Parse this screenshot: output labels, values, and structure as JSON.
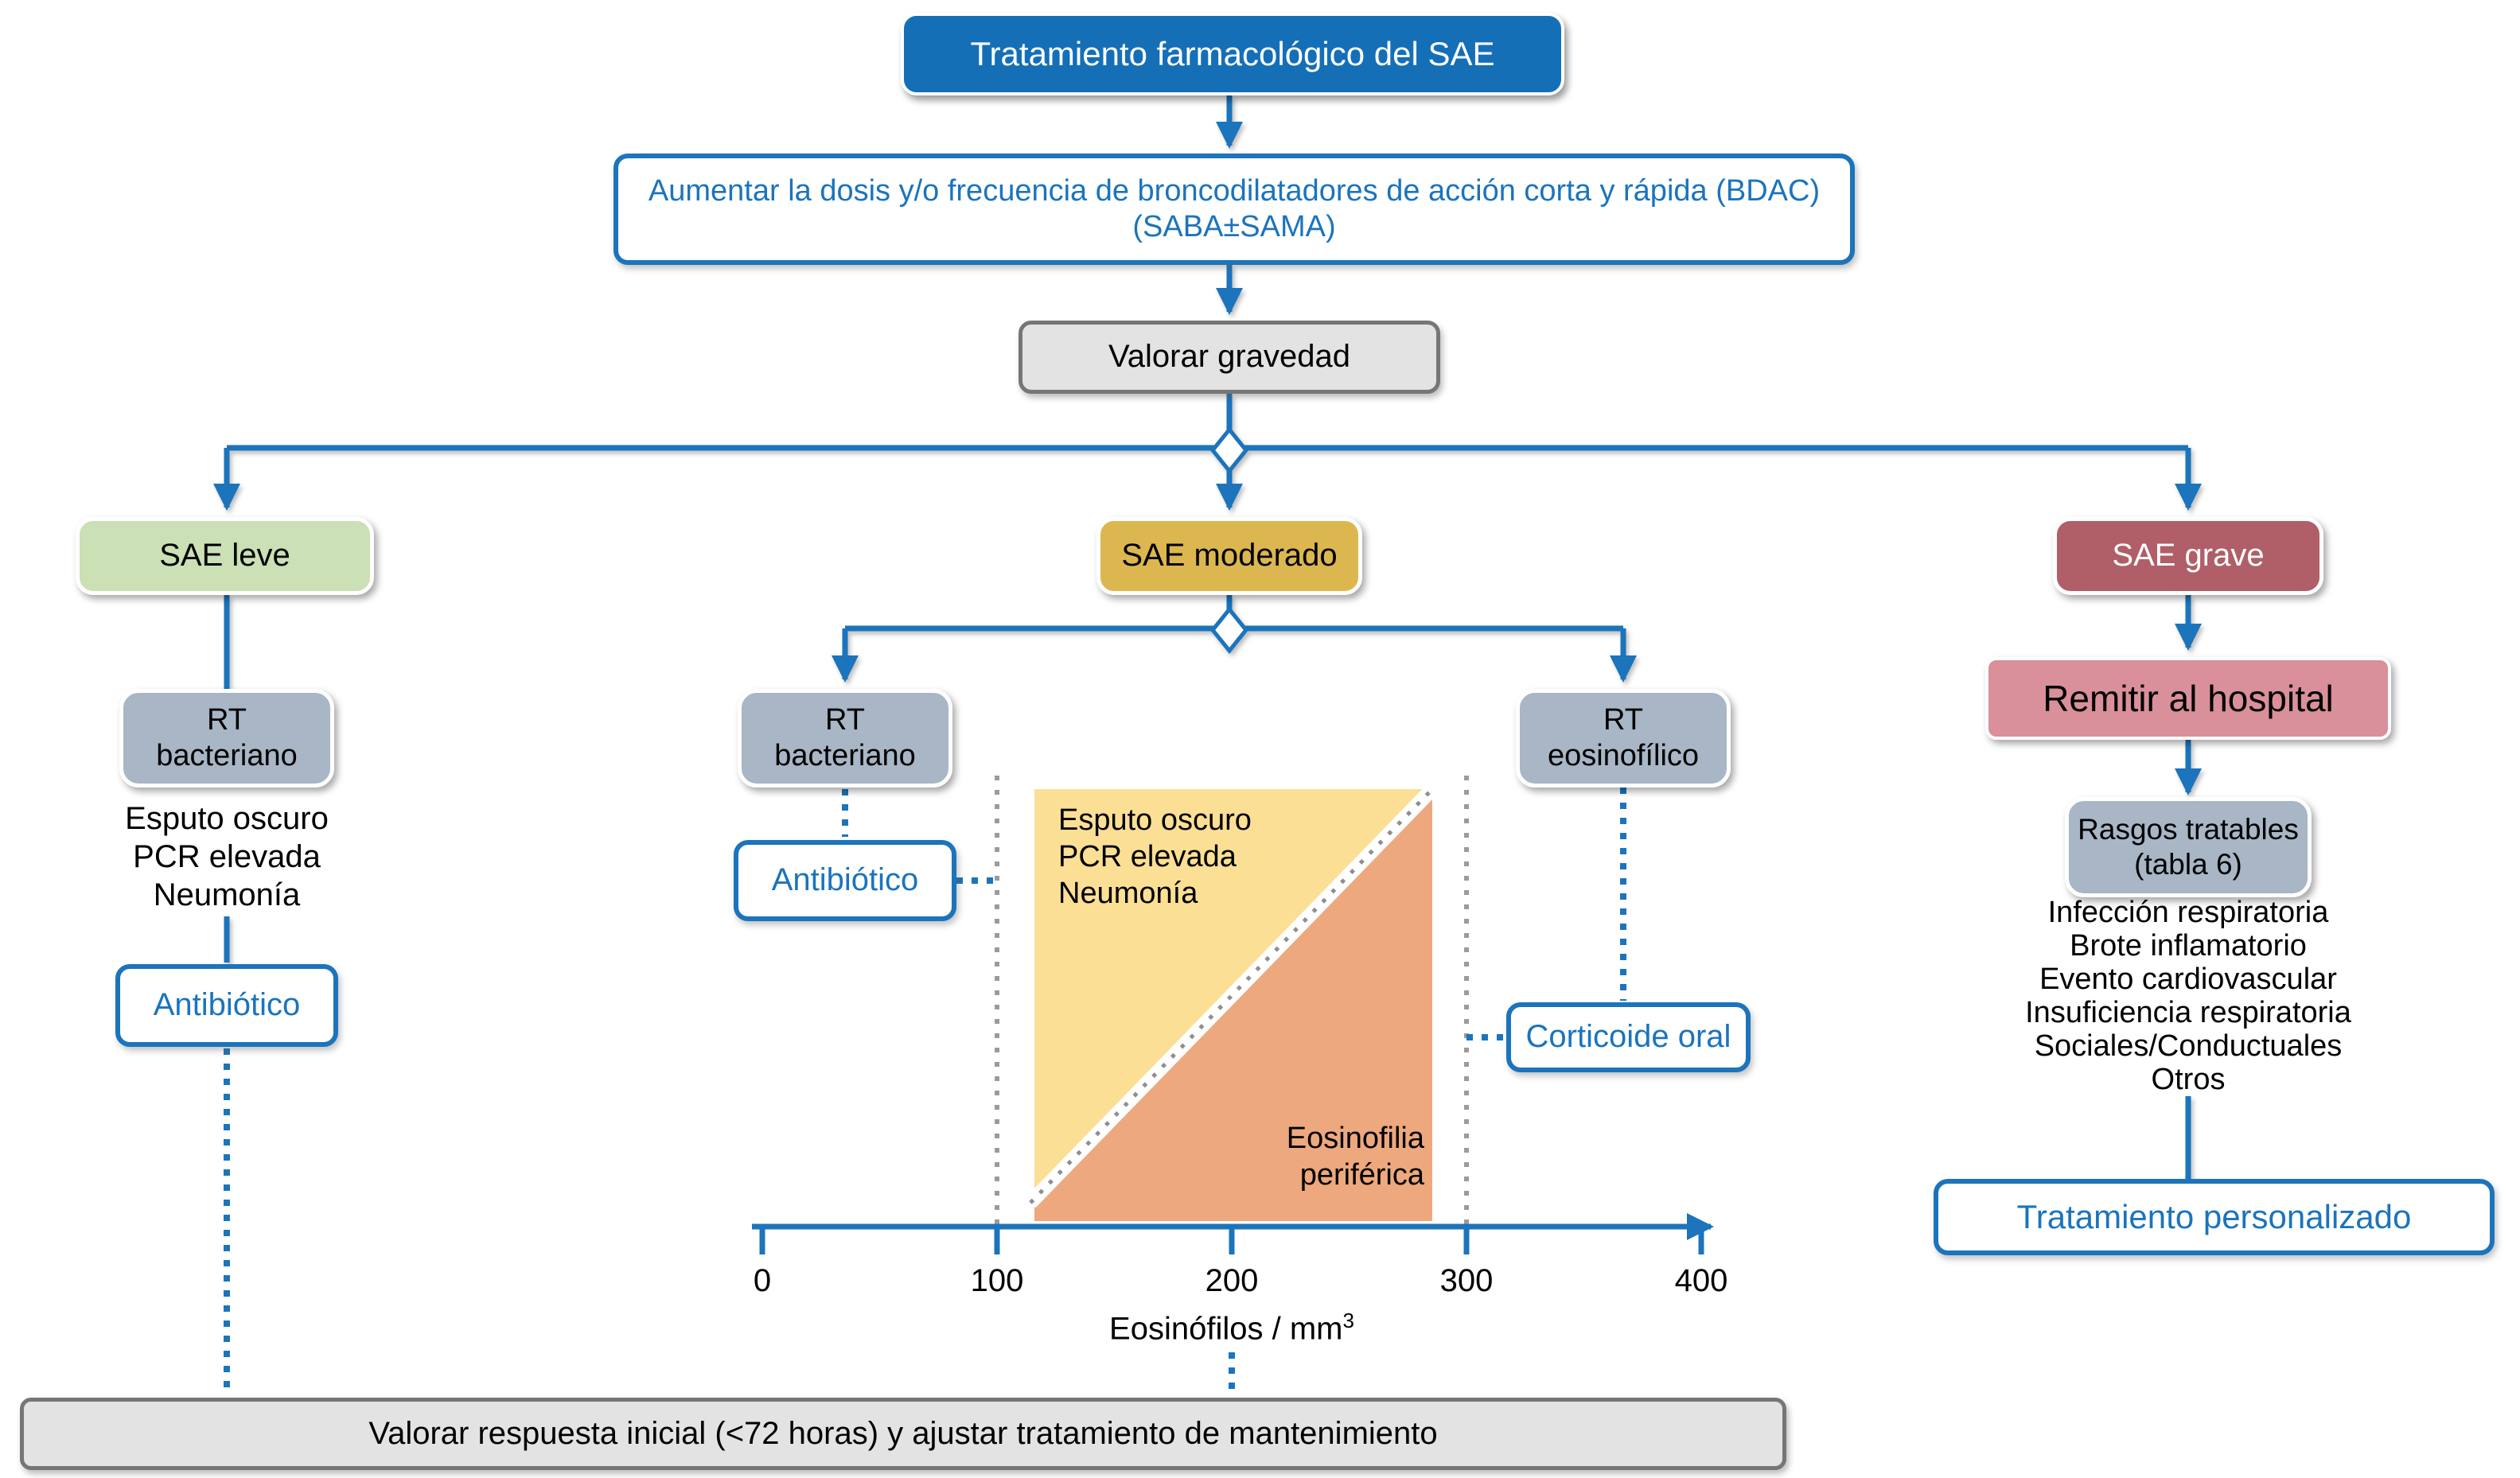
{
  "header": {
    "title": "Tratamiento farmacológico del SAE",
    "step_bdac_line1": "Aumentar la dosis y/o frecuencia de broncodilatadores de acción corta y rápida (BDAC)",
    "step_bdac_line2": "(SABA±SAMA)",
    "assess_severity": "Valorar gravedad"
  },
  "left_branch": {
    "header": "SAE leve",
    "phenotype_line1": "RT",
    "phenotype_line2": "bacteriano",
    "criteria": [
      "Esputo oscuro",
      "PCR elevada",
      "Neumonía"
    ],
    "treatment": "Antibiótico"
  },
  "middle_branch": {
    "header": "SAE moderado",
    "bacterial_line1": "RT",
    "bacterial_line2": "bacteriano",
    "eosinophilic_line1": "RT",
    "eosinophilic_line2": "eosinofílico",
    "antibiotic": "Antibiótico",
    "oral_corticosteroid": "Corticoide oral"
  },
  "right_branch": {
    "header": "SAE grave",
    "refer": "Remitir al hospital",
    "traits_line1": "Rasgos tratables",
    "traits_line2": "(tabla 6)",
    "treatable_traits": [
      "Infección respiratoria",
      "Brote inflamatorio",
      "Evento cardiovascular",
      "Insuficiencia respiratoria",
      "Sociales/Conductuales",
      "Otros"
    ],
    "treatment": "Tratamiento personalizado"
  },
  "footer": {
    "bar": "Valorar respuesta inicial (<72 horas) y ajustar tratamiento de mantenimiento"
  },
  "chart_data": {
    "type": "area",
    "xlabel_base": "Eosinófilos / mm",
    "xlabel_sup": "3",
    "xticks": [
      "0",
      "100",
      "200",
      "300",
      "400"
    ],
    "x_range": [
      0,
      400
    ],
    "threshold_lines_x": [
      100,
      300
    ],
    "regions": [
      {
        "name": "bacterial",
        "label_lines": [
          "Esputo oscuro",
          "PCR elevada",
          "Neumonía"
        ],
        "area": "upper-left triangle",
        "color": "#fbdf95"
      },
      {
        "name": "eosinophilic",
        "label_lines": [
          "Eosinofilia",
          "periférica"
        ],
        "area": "lower-right triangle",
        "color": "#eda87e"
      }
    ],
    "legend_position": "none",
    "grid": false
  },
  "colors": {
    "primary_blue": "#146fb7",
    "connector_blue": "#1b74bc",
    "leve_green": "#cbe0b4",
    "moderado_gold": "#dcb750",
    "grave_red": "#b05e67",
    "hospital_pink": "#d9909b",
    "phenotype_slate": "#a8b6c6",
    "zone_yellow": "#fbdf95",
    "zone_orange": "#eda87e",
    "neutral_gray": "#e3e3e3",
    "dotted_gray": "#9b9b9b"
  }
}
